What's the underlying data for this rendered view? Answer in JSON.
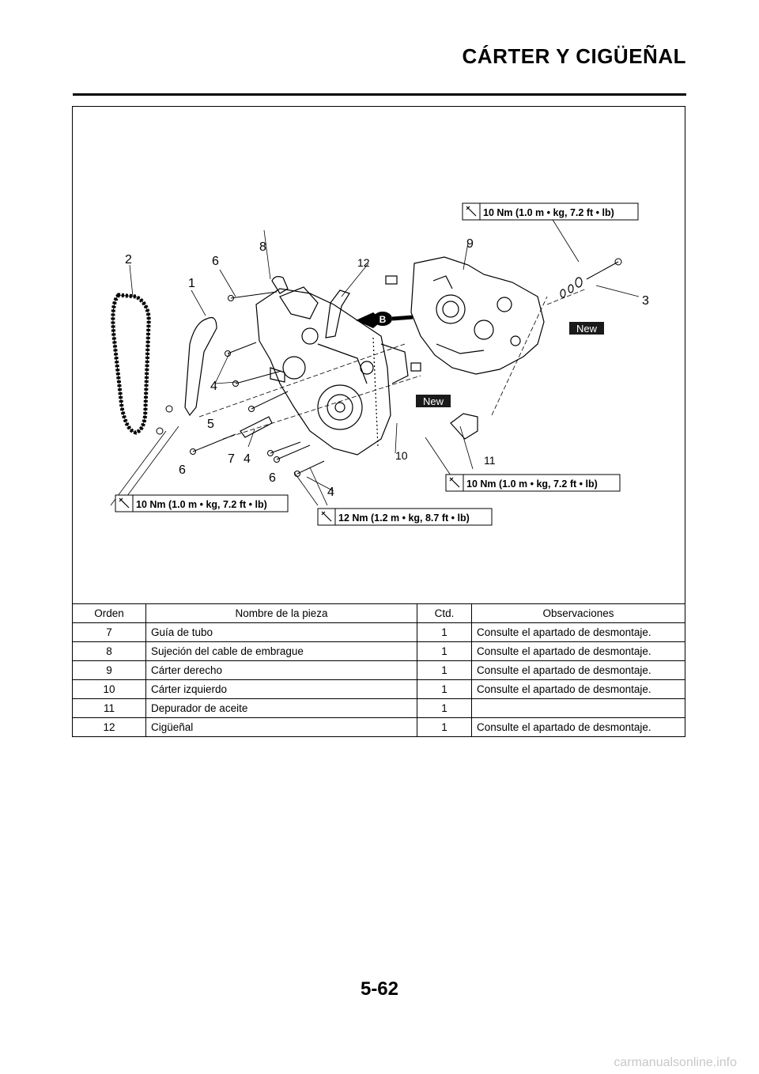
{
  "header": {
    "title": "CÁRTER Y CIGÜEÑAL"
  },
  "diagram": {
    "callouts": [
      "1",
      "2",
      "3",
      "4",
      "4",
      "4",
      "5",
      "6",
      "6",
      "6",
      "7",
      "8",
      "9",
      "10",
      "11",
      "12"
    ],
    "torque_labels": {
      "top_right": "10 Nm (1.0 m • kg, 7.2 ft • lb)",
      "bottom_left": "10 Nm (1.0 m • kg, 7.2 ft • lb)",
      "bottom_right": "10 Nm (1.0 m • kg, 7.2 ft • lb)",
      "bottom_center": "12 Nm (1.2 m • kg, 8.7 ft • lb)"
    },
    "new_badges": [
      "New",
      "New"
    ],
    "lube_symbol": "B"
  },
  "table": {
    "headers": [
      "Orden",
      "Nombre de la pieza",
      "Ctd.",
      "Observaciones"
    ],
    "rows": [
      {
        "order": "7",
        "name": "Guía de tubo",
        "qty": "1",
        "notes": "Consulte el apartado de desmontaje."
      },
      {
        "order": "8",
        "name": "Sujeción del cable de embrague",
        "qty": "1",
        "notes": "Consulte el apartado de desmontaje."
      },
      {
        "order": "9",
        "name": "Cárter derecho",
        "qty": "1",
        "notes": "Consulte el apartado de desmontaje."
      },
      {
        "order": "10",
        "name": "Cárter izquierdo",
        "qty": "1",
        "notes": "Consulte el apartado de desmontaje."
      },
      {
        "order": "11",
        "name": "Depurador de aceite",
        "qty": "1",
        "notes": ""
      },
      {
        "order": "12",
        "name": "Cigüeñal",
        "qty": "1",
        "notes": "Consulte el apartado de desmontaje."
      }
    ]
  },
  "footer": {
    "page_number": "5-62",
    "watermark": "carmanualsonline.info"
  }
}
